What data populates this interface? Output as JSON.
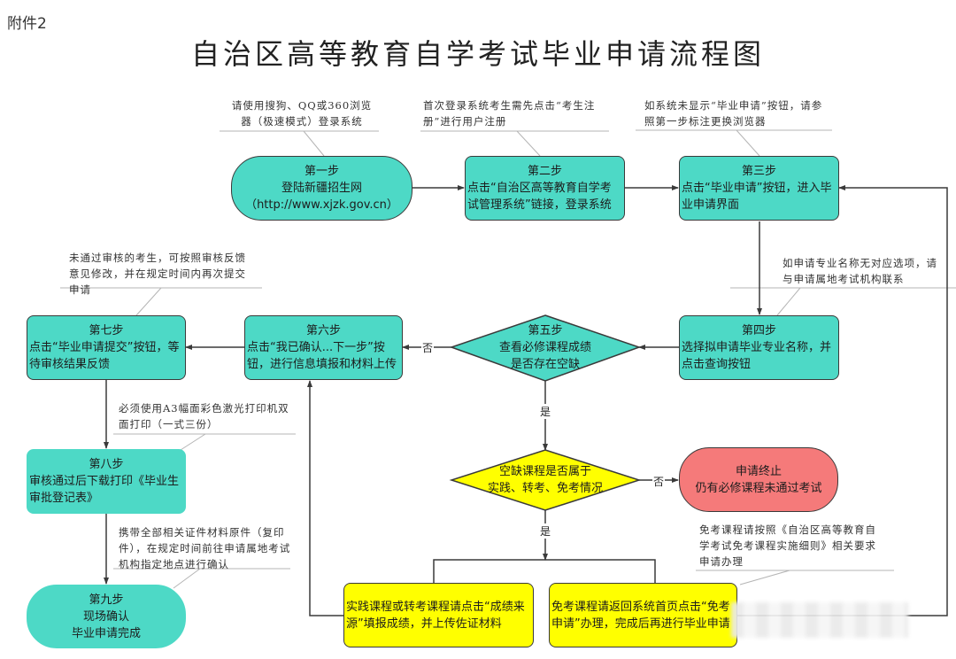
{
  "header": {
    "annex_label": "附件2",
    "title": "自治区高等教育自学考试毕业申请流程图"
  },
  "colors": {
    "step_fill": "#4dd9c6",
    "decision_yes_fill": "#ffff00",
    "terminate_fill": "#f57a7a",
    "line": "#3a3a3a",
    "note_line": "#b5b5b5"
  },
  "nodes": {
    "step1": {
      "step": "第一步",
      "lines": [
        "登陆新疆招生网",
        "（http://www.xjzk.gov.cn）"
      ]
    },
    "step2": {
      "step": "第二步",
      "text": "点击“自治区高等教育自学考试管理系统”链接，登录系统"
    },
    "step3": {
      "step": "第三步",
      "text": "点击“毕业申请”按钮，进入毕业申请界面"
    },
    "step4": {
      "step": "第四步",
      "text": "选择拟申请毕业专业名称，并点击查询按钮"
    },
    "step5": {
      "step": "第五步",
      "lines": [
        "查看必修课程成绩",
        "是否存在空缺"
      ]
    },
    "step6": {
      "step": "第六步",
      "text": "点击“我已确认...下一步”按钮，进行信息填报和材料上传"
    },
    "step7": {
      "step": "第七步",
      "text": "点击“毕业申请提交”按钮，等待审核结果反馈"
    },
    "step8": {
      "step": "第八步",
      "text": "审核通过后下载打印《毕业生审批登记表》"
    },
    "step9": {
      "step": "第九步",
      "lines": [
        "现场确认",
        "毕业申请完成"
      ]
    },
    "decision2": {
      "lines": [
        "空缺课程是否属于",
        "实践、转考、免考情况"
      ]
    },
    "terminate": {
      "lines": [
        "申请终止",
        "仍有必修课程未通过考试"
      ]
    },
    "practice": {
      "text": "实践课程或转考课程请点击“成绩来源”填报成绩，并上传佐证材料"
    },
    "exempt": {
      "text": "免考课程请返回系统首页点击“免考申请”办理，完成后再进行毕业申请"
    }
  },
  "notes": {
    "note1": "请使用搜狗、QQ或360浏览器（极速模式）登录系统",
    "note2": "首次登录系统考生需先点击“考生注册”进行用户注册",
    "note3": "如系统未显示“毕业申请”按钮，请参照第一步标注更换浏览器",
    "note4": "如申请专业名称无对应选项，请与申请属地考试机构联系",
    "note7": "未通过审核的考生，可按照审核反馈意见修改，并在规定时间内再次提交申请",
    "note8": "必须使用A3幅面彩色激光打印机双面打印（一式三份）",
    "note9": "携带全部相关证件材料原件（复印件），在规定时间前往申请属地考试机构指定地点进行确认",
    "note_exempt": "免考课程请按照《自治区高等教育自学考试免考课程实施细则》相关要求申请办理"
  },
  "edge_labels": {
    "step5_no": "否",
    "step5_yes": "是",
    "decision2_no": "否",
    "decision2_yes": "是"
  }
}
